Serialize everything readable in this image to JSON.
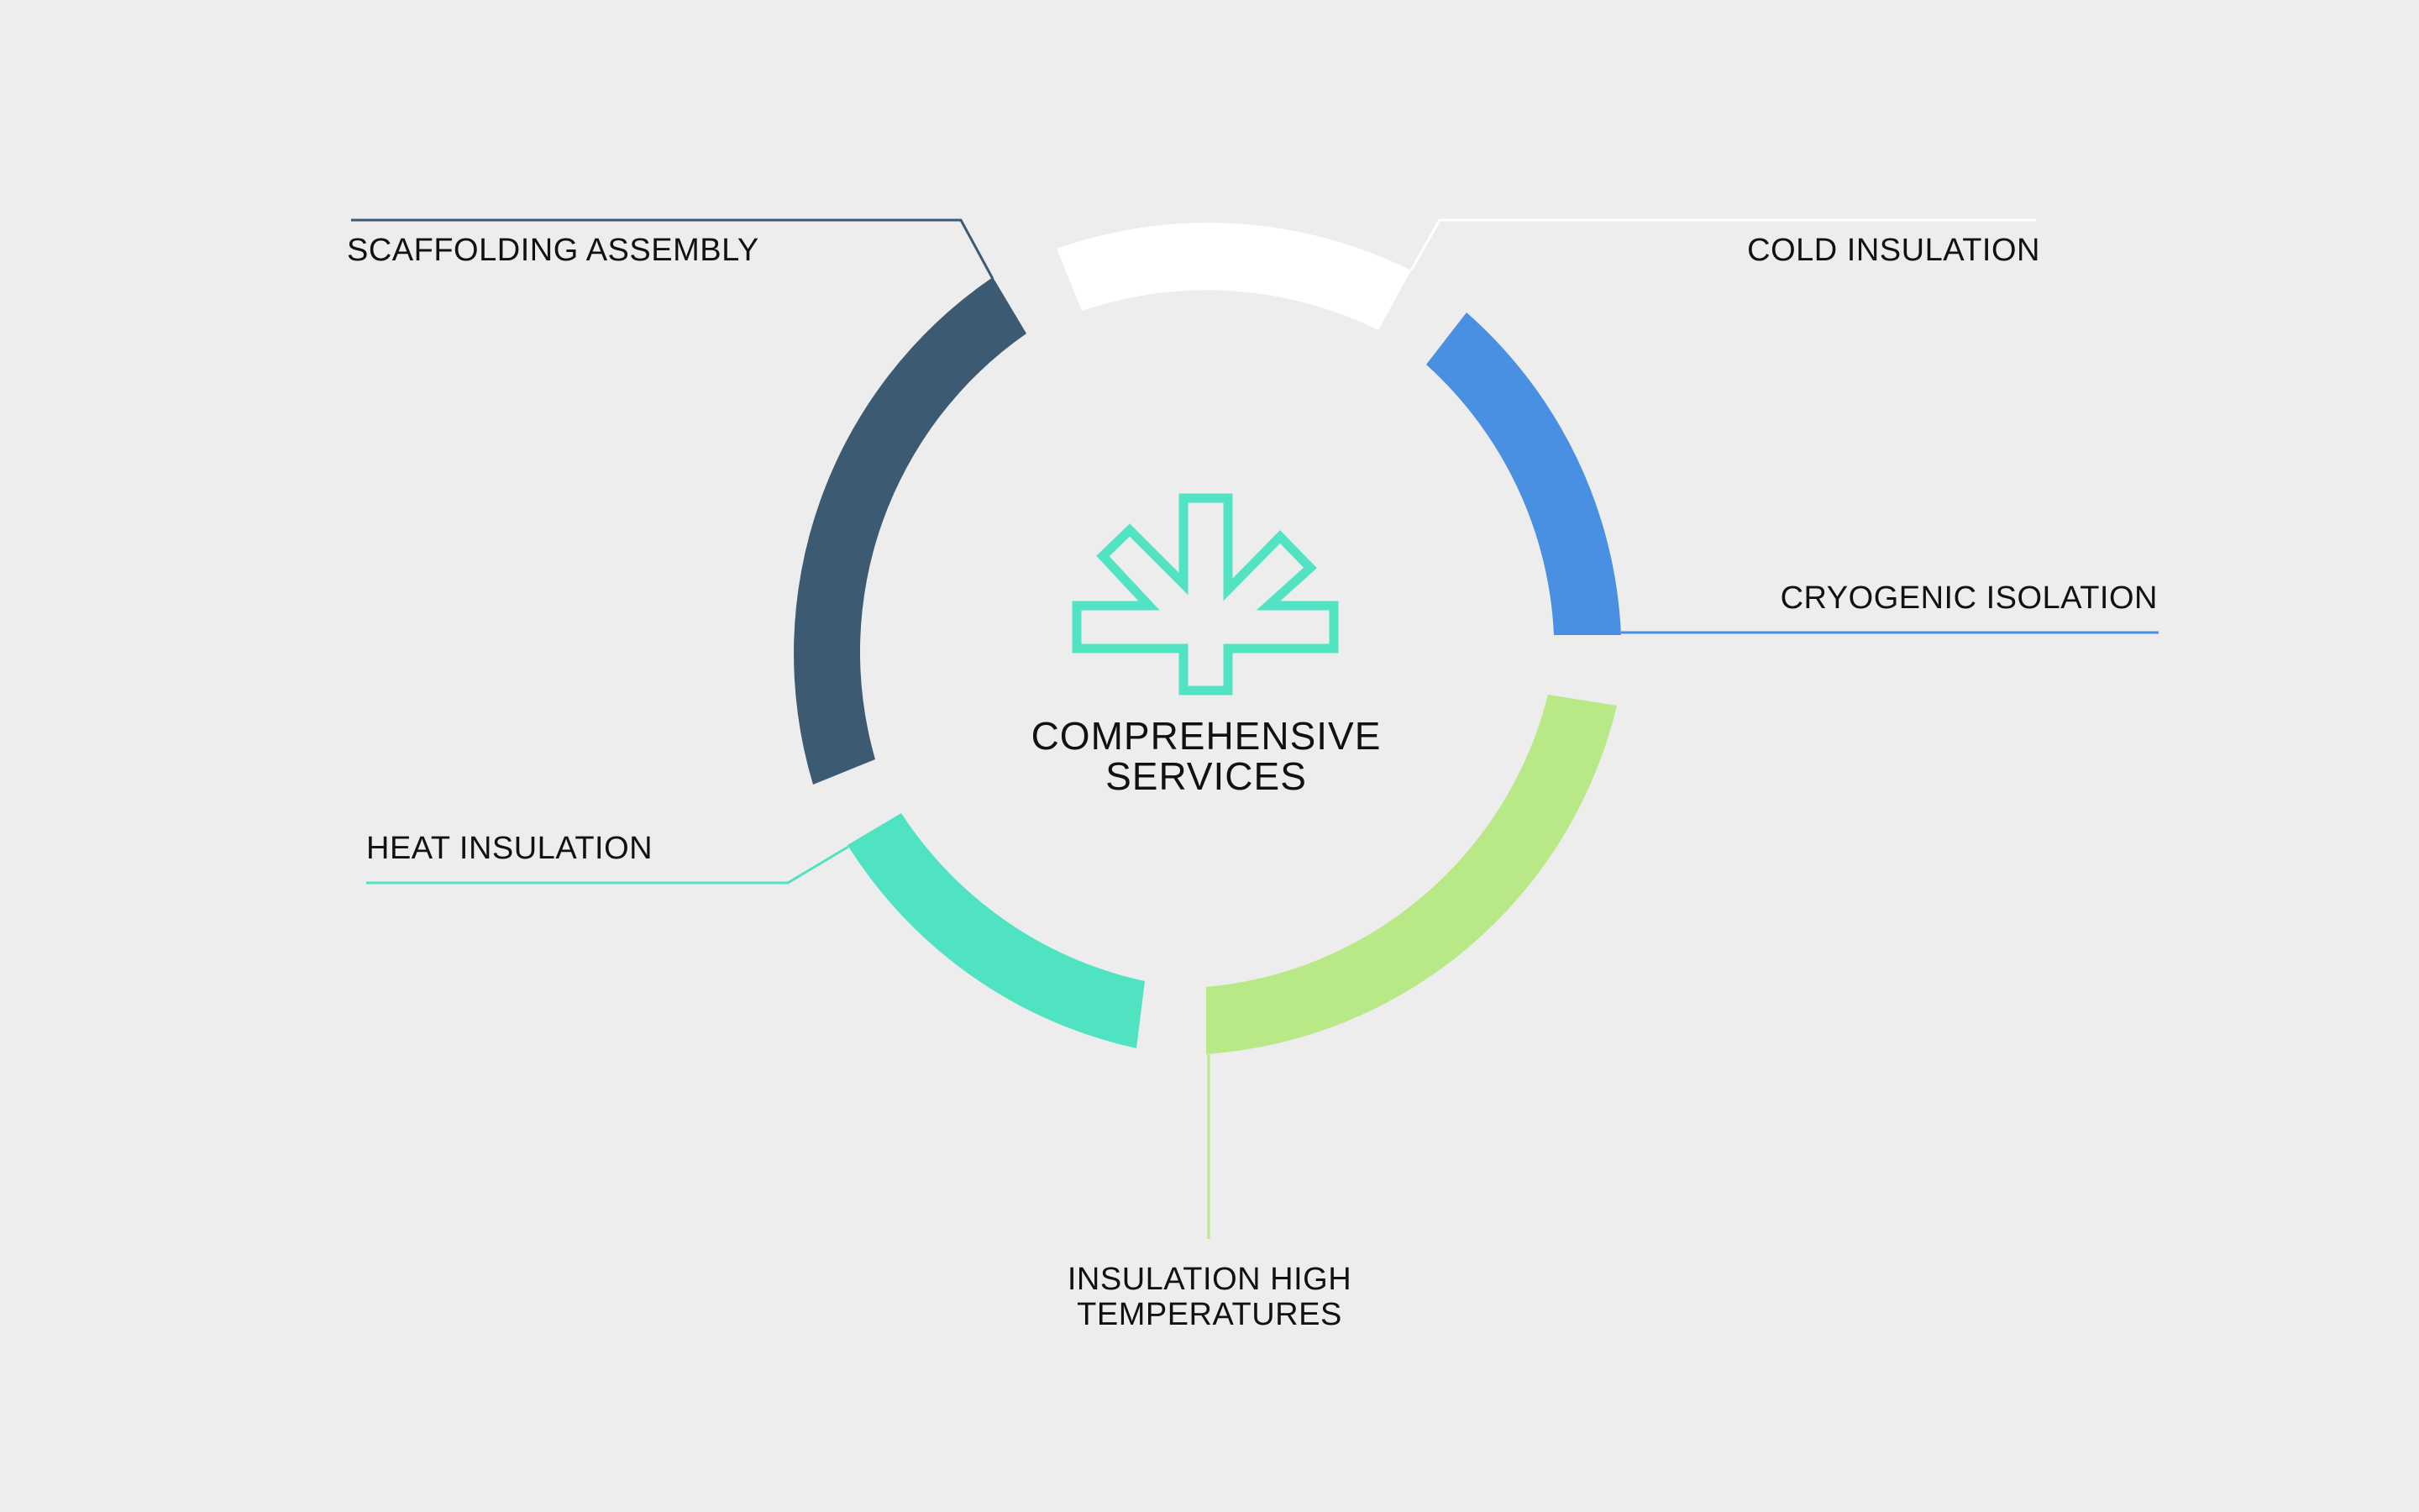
{
  "center": {
    "title_line1": "COMPREHENSIVE",
    "title_line2": "SERVICES",
    "icon": "asterisk-cross-outline-icon",
    "icon_color": "#52e3c2"
  },
  "segments": [
    {
      "id": "cold-insulation",
      "label": "COLD INSULATION",
      "color": "#ffffff"
    },
    {
      "id": "cryogenic-isolation",
      "label": "CRYOGENIC ISOLATION",
      "color": "#4a90e2"
    },
    {
      "id": "insulation-high-temperatures",
      "label_line1": "INSULATION HIGH",
      "label_line2": "TEMPERATURES",
      "color": "#b8e986"
    },
    {
      "id": "heat-insulation",
      "label": "HEAT INSULATION",
      "color": "#50e3c2"
    },
    {
      "id": "scaffolding-assembly",
      "label": "SCAFFOLDING ASSEMBLY",
      "color": "#3d5a73"
    }
  ],
  "colors": {
    "background": "#ededed",
    "text": "#111111"
  }
}
